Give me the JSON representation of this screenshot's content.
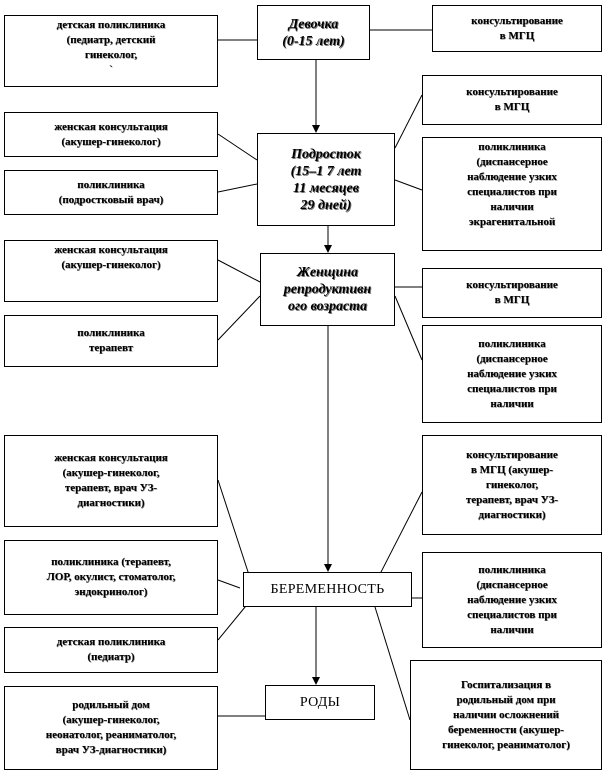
{
  "stages": {
    "girl": "Девочка\n(0-15 лет)",
    "teen": "Подросток\n(15–1 7 лет\n11 месяцев\n29 дней)",
    "woman": "Женщина\nрепродуктивн\nого возраста",
    "pregnancy": "БЕРЕМЕННОСТЬ",
    "birth": "РОДЫ"
  },
  "left": {
    "girl": "детская поликлиника\n(педиатр, детский\nгинеколог,\n`",
    "teen_1": "женская консультация\n(акушер-гинеколог)",
    "teen_2": "поликлиника\n(подростковый врач)",
    "woman_1": "женская консультация\n(акушер-гинеколог)",
    "woman_2": "поликлиника\nтерапевт",
    "preg_1": "женская консультация\n(акушер-гинеколог,\nтерапевт, врач УЗ-\nдиагностики)",
    "preg_2": "поликлиника (терапевт,\nЛОР, окулист, стоматолог,\nэндокринолог)",
    "preg_3": "детская поликлиника\n(педиатр)",
    "birth": "родильный дом\n(акушер-гинеколог,\nнеонатолог, реаниматолог,\nврач УЗ-диагностики)"
  },
  "right": {
    "girl": "консультирование\nв МГЦ",
    "teen_1": "консультирование\nв МГЦ",
    "teen_2": "поликлиника\n(диспансерное\nнаблюдение узких\nспециалистов при\nналичии\nэкрагенитальной",
    "woman_1": "консультирование\nв МГЦ",
    "woman_2": "поликлиника\n(диспансерное\nнаблюдение узких\nспециалистов при\nналичии",
    "preg_1": "консультирование\nв МГЦ (акушер-\nгинеколог,\nтерапевт, врач УЗ-\nдиагностики)",
    "preg_2": "поликлиника\n(диспансерное\nнаблюдение узких\nспециалистов при\nналичии",
    "hosp": "Госпитализация в\nродильный дом при\nналичии осложнений\nбеременности (акушер-\nгинеколог, реаниматолог)"
  },
  "colors": {
    "line": "#000000",
    "shadow": "#777777"
  }
}
